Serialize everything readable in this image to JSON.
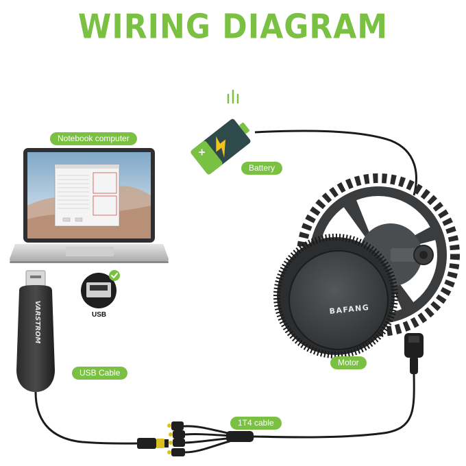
{
  "title": "WIRING DIAGRAM",
  "labels": {
    "notebook": "Notebook computer",
    "battery": "Battery",
    "usb": "USB",
    "usb_cable": "USB Cable",
    "motor": "Motor",
    "cable_1t4": "1T4 cable"
  },
  "brands": {
    "motor": "BAFANG",
    "usb_dongle": "VARSTROM"
  },
  "colors": {
    "accent": "#7ac143",
    "battery_body": "#2e4a4a",
    "motor_body": "#3a3c3e",
    "cable": "#1b1b1b",
    "connector_tip": "#d9c020"
  }
}
